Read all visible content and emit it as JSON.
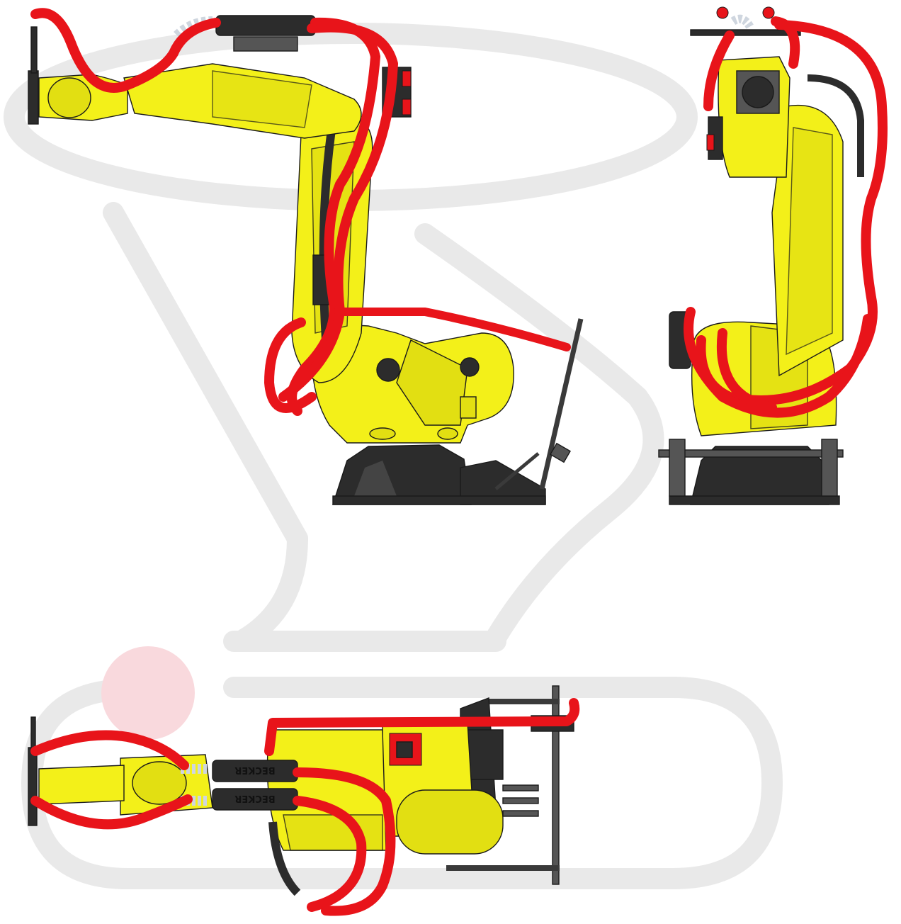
{
  "views": [
    {
      "id": "side",
      "name": "side-elevation-view"
    },
    {
      "id": "front",
      "name": "front-elevation-view"
    },
    {
      "id": "top",
      "name": "top-plan-view"
    }
  ],
  "labels": {
    "hose_sleeve_brand_upper": "BECKER",
    "hose_sleeve_brand_lower": "BECKER"
  },
  "colors": {
    "robot_body": "#f3f019",
    "robot_body_shade": "#e2df12",
    "hose": "#e8141a",
    "hose_highlight": "#ff6b6b",
    "base": "#2c2c2c",
    "watermark": "#e9e9e9",
    "watermark_dot": "#f9d9dd",
    "cable": "#3a3a3a"
  }
}
